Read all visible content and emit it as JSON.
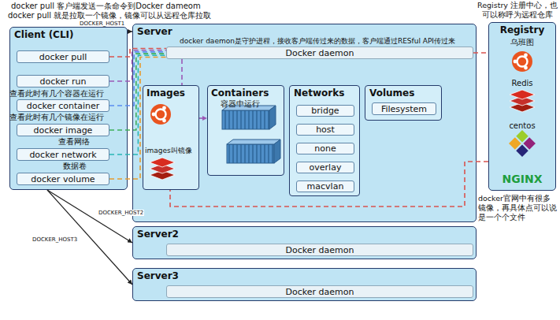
{
  "diagram": {
    "nodes": [
      {
        "text": [
          "Client (CLI)"
        ]
      },
      {
        "text": [
          "docker pull"
        ],
        "in": 0
      },
      {
        "text": [
          "docker run"
        ],
        "in": 0
      },
      {
        "text": [
          "docker container"
        ],
        "in": 0
      },
      {
        "text": [
          "docker image"
        ],
        "in": 0
      },
      {
        "text": [
          "docker network"
        ],
        "in": 0
      },
      {
        "text": [
          "docker volume"
        ],
        "in": 0
      },
      {
        "text": [
          "Server"
        ]
      },
      {
        "text": [
          "Docker daemon"
        ],
        "in": 7
      },
      {
        "text": [
          "Images",
          "images叫镜像"
        ],
        "in": 7
      },
      {
        "text": [
          "Containers",
          "容器中运行"
        ],
        "in": 7
      },
      {
        "text": [
          "Networks"
        ],
        "in": 7
      },
      {
        "text": [
          "bridge"
        ],
        "in": 11
      },
      {
        "text": [
          "host"
        ],
        "in": 11
      },
      {
        "text": [
          "none"
        ],
        "in": 11
      },
      {
        "text": [
          "overlay"
        ],
        "in": 11
      },
      {
        "text": [
          "macvlan"
        ],
        "in": 11
      },
      {
        "text": [
          "Volumes"
        ],
        "in": 7
      },
      {
        "text": [
          "Filesystem"
        ],
        "in": 17
      },
      {
        "text": [
          "Registry",
          "乌班图",
          "Redis",
          "centos",
          "NGINX"
        ]
      },
      {
        "text": [
          "Server2"
        ]
      },
      {
        "text": [
          "Docker daemon"
        ],
        "in": 20
      },
      {
        "text": [
          "Server3"
        ]
      },
      {
        "text": [
          "Docker daemon"
        ],
        "in": 22
      }
    ],
    "edges": [
      {
        "from": 1,
        "to": 8,
        "arrow": "none"
      },
      {
        "from": 2,
        "to": 8,
        "arrow": "none"
      },
      {
        "from": 3,
        "to": 8,
        "arrow": "none"
      },
      {
        "from": 4,
        "to": 8,
        "arrow": "none"
      },
      {
        "from": 5,
        "to": 8,
        "arrow": "none"
      },
      {
        "from": 6,
        "to": 8,
        "arrow": "none"
      },
      {
        "from": 0,
        "to": 7,
        "label": "DOCKER_HOST1",
        "arrow": "to"
      },
      {
        "from": 0,
        "to": 20,
        "label": "DOCKER_HOST2",
        "arrow": "to"
      },
      {
        "from": 0,
        "to": 22,
        "label": "DOCKER_HOST3",
        "arrow": "to"
      },
      {
        "from": 8,
        "to": 19,
        "arrow": "none"
      },
      {
        "from": 19,
        "to": 9,
        "arrow": "none"
      },
      {
        "from": 8,
        "to": 9,
        "arrow": "none"
      },
      {
        "from": 9,
        "to": 10,
        "arrow": "to"
      }
    ],
    "labels": [
      "docker pull 客户端发送一条命令到Docker dameom",
      "docker pull 就是拉取一个镜像，镜像可以从远程仓库拉取",
      "查看此时有几个容器在运行",
      "查看此时有几个镜像在运行",
      "查看网络",
      "数据卷",
      "docker daemon是守护进程，接收客户端传过来的数据，客户端通过RESful API传过来",
      "Registry 注册中心，也可以称呼为远程仓库",
      "docker官网中有很多镜像，再具体点可以说是一个个文件"
    ]
  }
}
